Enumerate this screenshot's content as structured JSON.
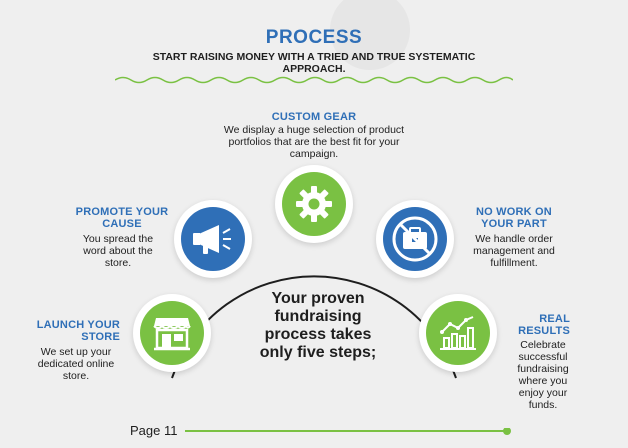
{
  "header": {
    "title": "PROCESS",
    "subtitle": "START RAISING MONEY WITH A TRIED AND TRUE SYSTEMATIC APPROACH."
  },
  "steps": [
    {
      "title": "CUSTOM GEAR",
      "desc": "We display a huge selection of product portfolios that are the best fit for your campaign.",
      "icon": "gear-icon"
    },
    {
      "title": "PROMOTE YOUR CAUSE",
      "desc": "You spread the word about the store.",
      "icon": "megaphone-icon"
    },
    {
      "title": "NO WORK ON YOUR PART",
      "desc": "We handle order management and fulfillment.",
      "icon": "no-briefcase-icon"
    },
    {
      "title": "LAUNCH YOUR STORE",
      "desc": "We set up your dedicated online store.",
      "icon": "storefront-icon"
    },
    {
      "title": "REAL RESULTS",
      "desc": "Celebrate successful fundraising where you enjoy your funds.",
      "icon": "growth-chart-icon"
    }
  ],
  "center_text": "Your proven fundraising process takes only five steps;",
  "footer": {
    "page_label": "Page 11"
  },
  "colors": {
    "blue": "#2f6fb7",
    "green": "#7ac143",
    "dark": "#1e1e1e"
  }
}
